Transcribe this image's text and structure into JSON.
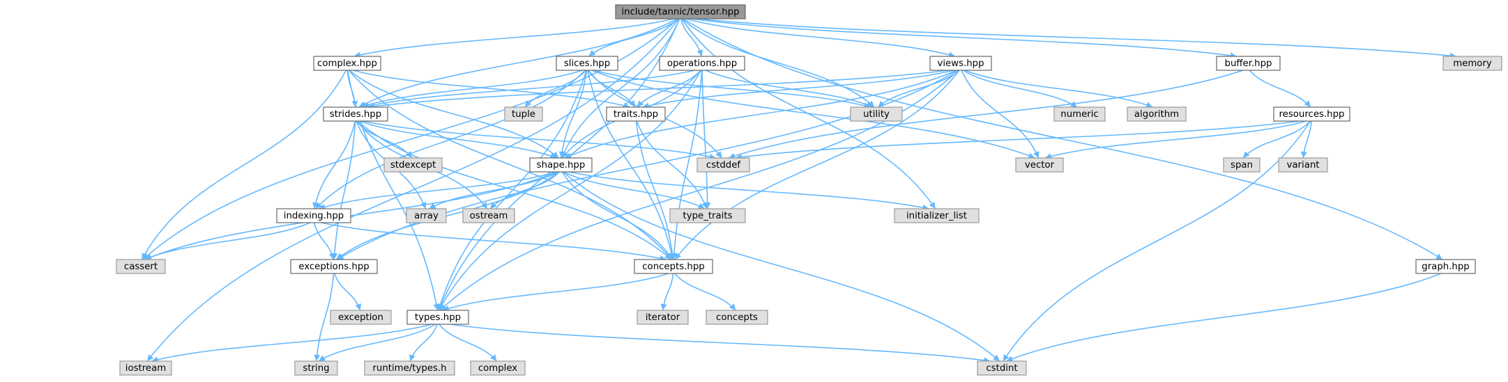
{
  "colors": {
    "edge": "#63b8ff",
    "root_fill": "#999999",
    "root_stroke": "#666666",
    "file_fill": "#ffffff",
    "file_stroke": "#666666",
    "system_fill": "#e0e0e0",
    "system_stroke": "#999999"
  },
  "nodes": [
    {
      "id": "root",
      "label": "include/tannic/tensor.hpp",
      "kind": "root"
    },
    {
      "id": "complex_hpp",
      "label": "complex.hpp",
      "kind": "file"
    },
    {
      "id": "slices_hpp",
      "label": "slices.hpp",
      "kind": "file"
    },
    {
      "id": "operations_hpp",
      "label": "operations.hpp",
      "kind": "file"
    },
    {
      "id": "views_hpp",
      "label": "views.hpp",
      "kind": "file"
    },
    {
      "id": "buffer_hpp",
      "label": "buffer.hpp",
      "kind": "file"
    },
    {
      "id": "memory",
      "label": "memory",
      "kind": "system"
    },
    {
      "id": "strides_hpp",
      "label": "strides.hpp",
      "kind": "file"
    },
    {
      "id": "tuple",
      "label": "tuple",
      "kind": "system"
    },
    {
      "id": "traits_hpp",
      "label": "traits.hpp",
      "kind": "file"
    },
    {
      "id": "utility",
      "label": "utility",
      "kind": "system"
    },
    {
      "id": "numeric",
      "label": "numeric",
      "kind": "system"
    },
    {
      "id": "algorithm",
      "label": "algorithm",
      "kind": "system"
    },
    {
      "id": "resources_hpp",
      "label": "resources.hpp",
      "kind": "file"
    },
    {
      "id": "stdexcept",
      "label": "stdexcept",
      "kind": "system"
    },
    {
      "id": "shape_hpp",
      "label": "shape.hpp",
      "kind": "file"
    },
    {
      "id": "cstddef",
      "label": "cstddef",
      "kind": "system"
    },
    {
      "id": "vector",
      "label": "vector",
      "kind": "system"
    },
    {
      "id": "span",
      "label": "span",
      "kind": "system"
    },
    {
      "id": "variant",
      "label": "variant",
      "kind": "system"
    },
    {
      "id": "indexing_hpp",
      "label": "indexing.hpp",
      "kind": "file"
    },
    {
      "id": "array",
      "label": "array",
      "kind": "system"
    },
    {
      "id": "ostream",
      "label": "ostream",
      "kind": "system"
    },
    {
      "id": "type_traits",
      "label": "type_traits",
      "kind": "system"
    },
    {
      "id": "initializer_list",
      "label": "initializer_list",
      "kind": "system"
    },
    {
      "id": "cassert",
      "label": "cassert",
      "kind": "system"
    },
    {
      "id": "exceptions_hpp",
      "label": "exceptions.hpp",
      "kind": "file"
    },
    {
      "id": "concepts_hpp",
      "label": "concepts.hpp",
      "kind": "file"
    },
    {
      "id": "graph_hpp",
      "label": "graph.hpp",
      "kind": "file"
    },
    {
      "id": "exception",
      "label": "exception",
      "kind": "system"
    },
    {
      "id": "types_hpp",
      "label": "types.hpp",
      "kind": "file"
    },
    {
      "id": "iterator",
      "label": "iterator",
      "kind": "system"
    },
    {
      "id": "concepts",
      "label": "concepts",
      "kind": "system"
    },
    {
      "id": "iostream",
      "label": "iostream",
      "kind": "system"
    },
    {
      "id": "string",
      "label": "string",
      "kind": "system"
    },
    {
      "id": "runtime_types_h",
      "label": "runtime/types.h",
      "kind": "system"
    },
    {
      "id": "complex",
      "label": "complex",
      "kind": "system"
    },
    {
      "id": "cstdint",
      "label": "cstdint",
      "kind": "system"
    }
  ],
  "edges": [
    [
      "root",
      "complex_hpp"
    ],
    [
      "root",
      "slices_hpp"
    ],
    [
      "root",
      "operations_hpp"
    ],
    [
      "root",
      "views_hpp"
    ],
    [
      "root",
      "buffer_hpp"
    ],
    [
      "root",
      "memory"
    ],
    [
      "root",
      "graph_hpp"
    ],
    [
      "root",
      "strides_hpp"
    ],
    [
      "root",
      "shape_hpp"
    ],
    [
      "root",
      "utility"
    ],
    [
      "root",
      "cassert"
    ],
    [
      "root",
      "types_hpp"
    ],
    [
      "root",
      "iostream"
    ],
    [
      "root",
      "initializer_list"
    ],
    [
      "complex_hpp",
      "strides_hpp"
    ],
    [
      "complex_hpp",
      "shape_hpp"
    ],
    [
      "complex_hpp",
      "traits_hpp"
    ],
    [
      "complex_hpp",
      "cassert"
    ],
    [
      "complex_hpp",
      "types_hpp"
    ],
    [
      "complex_hpp",
      "concepts_hpp"
    ],
    [
      "slices_hpp",
      "strides_hpp"
    ],
    [
      "slices_hpp",
      "tuple"
    ],
    [
      "slices_hpp",
      "traits_hpp"
    ],
    [
      "slices_hpp",
      "utility"
    ],
    [
      "slices_hpp",
      "shape_hpp"
    ],
    [
      "slices_hpp",
      "cstddef"
    ],
    [
      "slices_hpp",
      "indexing_hpp"
    ],
    [
      "slices_hpp",
      "concepts_hpp"
    ],
    [
      "slices_hpp",
      "types_hpp"
    ],
    [
      "slices_hpp",
      "vector"
    ],
    [
      "operations_hpp",
      "strides_hpp"
    ],
    [
      "operations_hpp",
      "traits_hpp"
    ],
    [
      "operations_hpp",
      "utility"
    ],
    [
      "operations_hpp",
      "shape_hpp"
    ],
    [
      "operations_hpp",
      "type_traits"
    ],
    [
      "operations_hpp",
      "concepts_hpp"
    ],
    [
      "operations_hpp",
      "types_hpp"
    ],
    [
      "views_hpp",
      "strides_hpp"
    ],
    [
      "views_hpp",
      "traits_hpp"
    ],
    [
      "views_hpp",
      "utility"
    ],
    [
      "views_hpp",
      "numeric"
    ],
    [
      "views_hpp",
      "algorithm"
    ],
    [
      "views_hpp",
      "vector"
    ],
    [
      "views_hpp",
      "shape_hpp"
    ],
    [
      "views_hpp",
      "exceptions_hpp"
    ],
    [
      "views_hpp",
      "concepts_hpp"
    ],
    [
      "views_hpp",
      "types_hpp"
    ],
    [
      "buffer_hpp",
      "resources_hpp"
    ],
    [
      "buffer_hpp",
      "cstddef"
    ],
    [
      "resources_hpp",
      "span"
    ],
    [
      "resources_hpp",
      "variant"
    ],
    [
      "resources_hpp",
      "vector"
    ],
    [
      "resources_hpp",
      "cstddef"
    ],
    [
      "resources_hpp",
      "cstdint"
    ],
    [
      "strides_hpp",
      "shape_hpp"
    ],
    [
      "strides_hpp",
      "stdexcept"
    ],
    [
      "strides_hpp",
      "cstddef"
    ],
    [
      "strides_hpp",
      "indexing_hpp"
    ],
    [
      "strides_hpp",
      "array"
    ],
    [
      "strides_hpp",
      "ostream"
    ],
    [
      "strides_hpp",
      "exceptions_hpp"
    ],
    [
      "strides_hpp",
      "concepts_hpp"
    ],
    [
      "traits_hpp",
      "type_traits"
    ],
    [
      "traits_hpp",
      "concepts_hpp"
    ],
    [
      "shape_hpp",
      "indexing_hpp"
    ],
    [
      "shape_hpp",
      "array"
    ],
    [
      "shape_hpp",
      "ostream"
    ],
    [
      "shape_hpp",
      "type_traits"
    ],
    [
      "shape_hpp",
      "initializer_list"
    ],
    [
      "shape_hpp",
      "cassert"
    ],
    [
      "shape_hpp",
      "exceptions_hpp"
    ],
    [
      "shape_hpp",
      "concepts_hpp"
    ],
    [
      "shape_hpp",
      "cstdint"
    ],
    [
      "indexing_hpp",
      "cassert"
    ],
    [
      "indexing_hpp",
      "exceptions_hpp"
    ],
    [
      "indexing_hpp",
      "concepts_hpp"
    ],
    [
      "exceptions_hpp",
      "exception"
    ],
    [
      "exceptions_hpp",
      "string"
    ],
    [
      "concepts_hpp",
      "types_hpp"
    ],
    [
      "concepts_hpp",
      "iterator"
    ],
    [
      "concepts_hpp",
      "concepts"
    ],
    [
      "types_hpp",
      "iostream"
    ],
    [
      "types_hpp",
      "string"
    ],
    [
      "types_hpp",
      "runtime_types_h"
    ],
    [
      "types_hpp",
      "complex"
    ],
    [
      "types_hpp",
      "cstdint"
    ],
    [
      "graph_hpp",
      "cstdint"
    ]
  ]
}
